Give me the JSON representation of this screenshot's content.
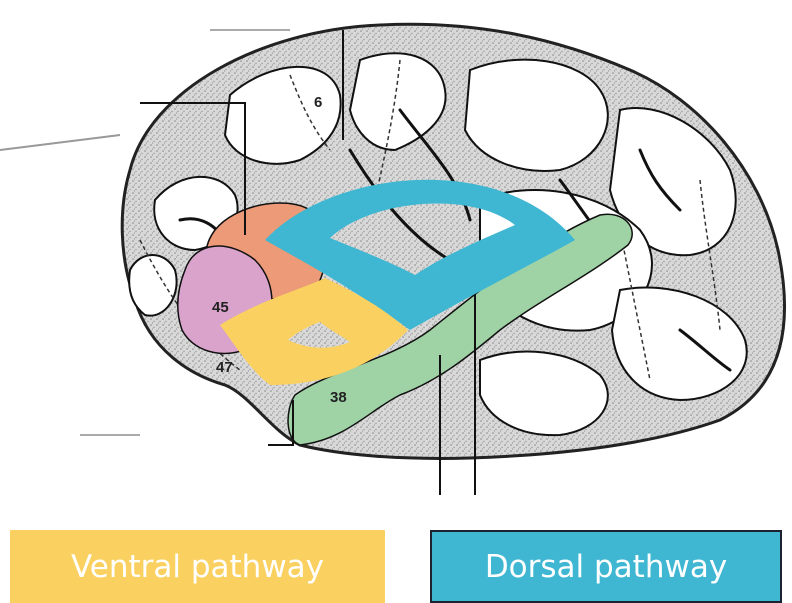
{
  "area_labels": {
    "area_6": "6",
    "area_45": "45",
    "area_47": "47",
    "area_38": "38"
  },
  "legend": {
    "ventral": {
      "label": "Ventral pathway",
      "color": "#fad160"
    },
    "dorsal": {
      "label": "Dorsal pathway",
      "color": "#3fb7d2"
    }
  },
  "colors": {
    "broca_orange": "#ec9a78",
    "broca_pink": "#d9a3cc",
    "temporal_green": "#9fd3a5"
  }
}
